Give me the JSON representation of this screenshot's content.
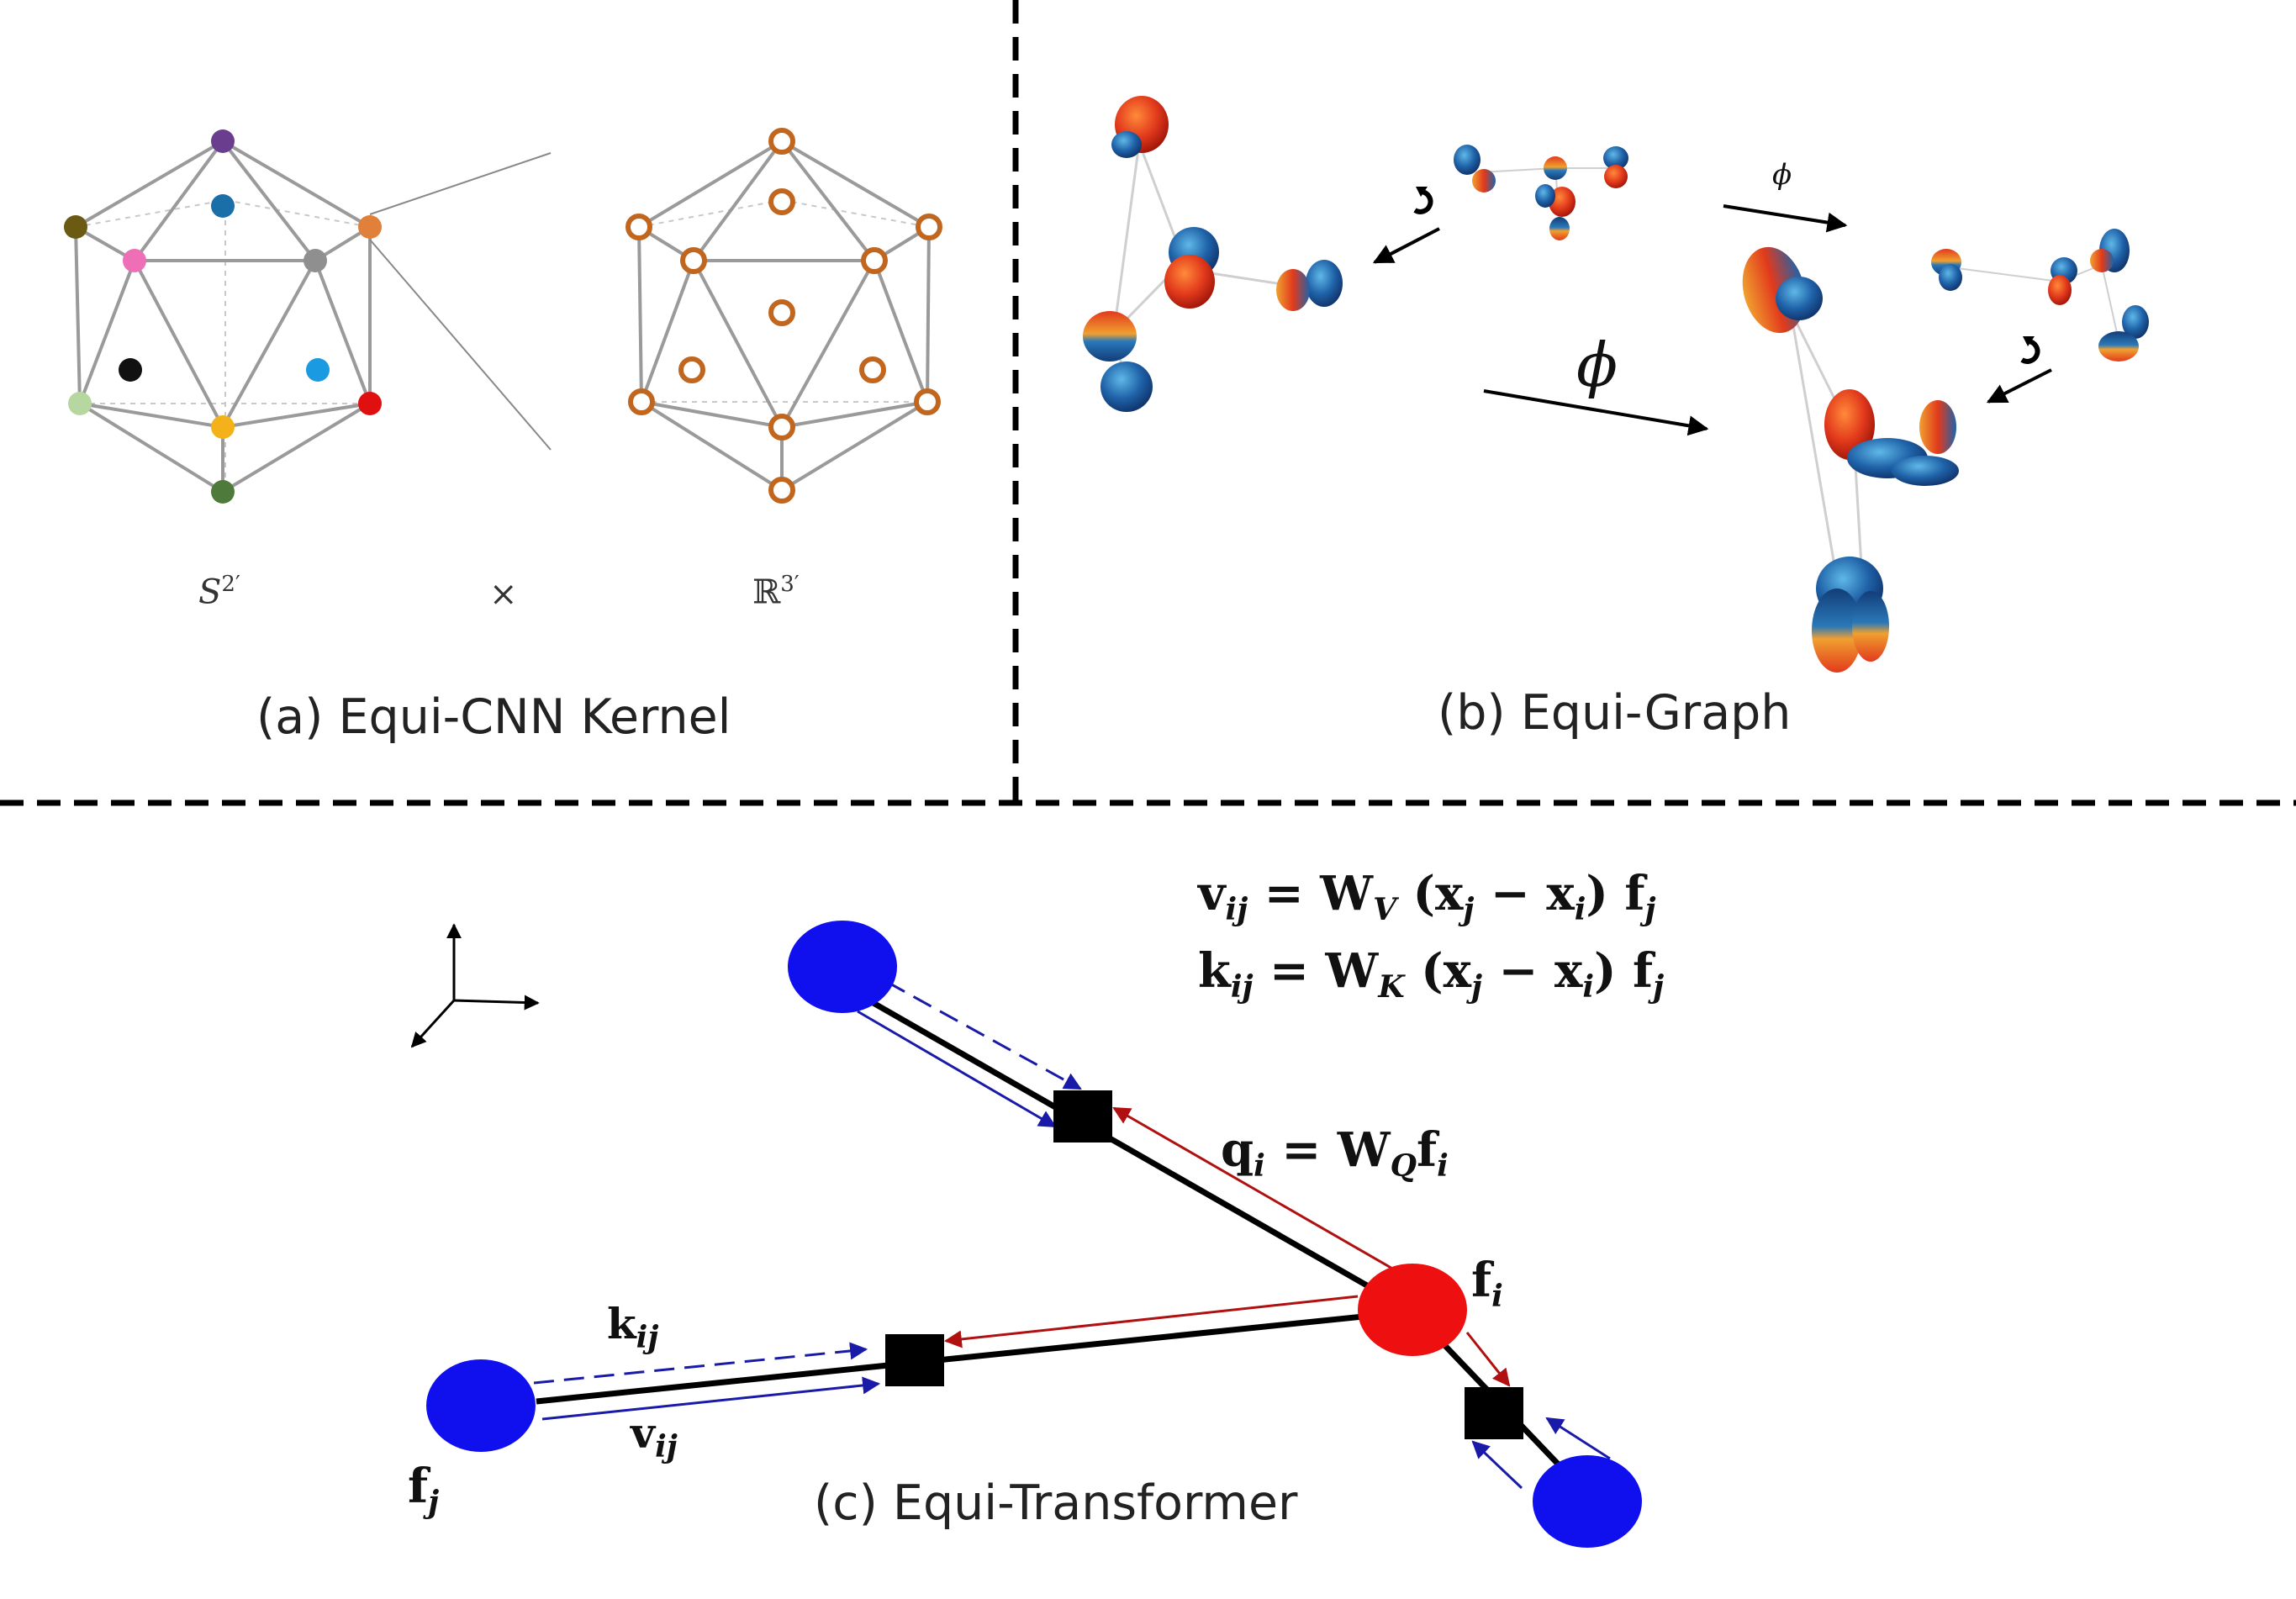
{
  "panel_a": {
    "caption": "(a) Equi-CNN Kernel",
    "sphere_symbol": "S",
    "sphere_sup": "2′",
    "times": "×",
    "r3_symbol": "ℝ",
    "r3_sup": "3′",
    "vertex_colors": [
      "#6a3d8f",
      "#6b5a12",
      "#e0803a",
      "#ef6fb6",
      "#1a6fa8",
      "#8f8f8f",
      "#111111",
      "#1a9ae0",
      "#b6d7a0",
      "#f3b21a",
      "#e01010",
      "#4e7a3b"
    ],
    "ring_color": "#c0661e"
  },
  "panel_b": {
    "caption": "(b) Equi-Graph",
    "phi_small": "ϕ",
    "phi_large": "ϕ"
  },
  "panel_c": {
    "caption": "(c) Equi-Transformer",
    "eq_v": "v",
    "eq_v_sub": "ij",
    "eq_v_rhs": " = W",
    "eq_v_W_sub": "V",
    "eq_v_tail": " (x",
    "eq_k": "k",
    "eq_k_sub": "ij",
    "eq_k_rhs": " = W",
    "eq_k_W_sub": "K",
    "eq_q": "q",
    "eq_q_sub": "i",
    "eq_q_rhs": " = W",
    "eq_q_W_sub": "Q",
    "eq_q_tail": "f",
    "eq_q_tail_sub": "i",
    "x_j": "j",
    "minus": " − x",
    "x_i": "i",
    "close": ") f",
    "f_j_sub": "j",
    "label_fi": "f",
    "label_fi_sub": "i",
    "label_fj": "f",
    "label_fj_sub": "j",
    "label_kij": "k",
    "label_kij_sub": "ij",
    "label_vij": "v",
    "label_vij_sub": "ij",
    "node_blue": "#1010ee",
    "node_red": "#ee1010",
    "arrow_blue": "#1a1aa8",
    "arrow_red": "#b01010"
  }
}
